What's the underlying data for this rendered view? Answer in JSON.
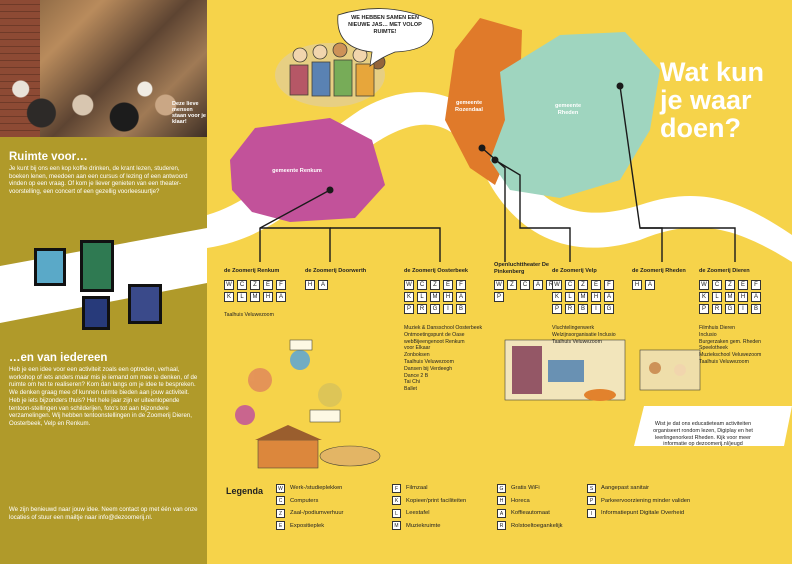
{
  "left": {
    "photo_caption": "Deze lieve mensen staan voor je klaar!",
    "ruimte_title": "Ruimte voor…",
    "ruimte_text": "Je kunt bij ons een kop koffie drinken, de krant lezen, studeren, boeken lenen, meedoen aan een cursus of lezing of een antwoord vinden op een vraag. Of kom je liever genieten van een theater-voorstelling, een concert of een gezellig voorleesuurtje?",
    "iedereen_title": "…en van iedereen",
    "iedereen_text": "Heb je een idee voor een activiteit zoals een optreden, verhaal, workshop of iets anders maar mis je iemand om mee te denken, of de ruimte om het te realiseren? Kom dan langs om je idee te bespreken. We denken graag mee of kunnen ruimte bieden aan jouw activiteit. Heb je iets bijzonders thuis? Het hele jaar zijn er uiteenlopende tentoon-stellingen van schilderijen, foto's tot aan bijzondere verzamelingen. Wij hebben tentoonstellingen in de Zoomerij Dieren, Oosterbeek, Velp en Renkum.",
    "contact_text": "We zijn benieuwd naar jouw idee. Neem contact op met één van onze locaties of stuur een mailtje naar info@dezoomerij.nl."
  },
  "headline": "Wat kun je waar doen?",
  "speech_bubble": "WE HEBBEN SAMEN EEN NIEUWE JAS… MET VOLOP RUIMTE!",
  "regions": {
    "renkum": "gemeente Renkum",
    "rozendaal": "gemeente Rozendaal",
    "rheden": "gemeente Rheden"
  },
  "colors": {
    "background": "#f6d34a",
    "sidebar": "#b09a2a",
    "renkum": "#c2529a",
    "rozendaal": "#e07a2a",
    "rheden": "#9fd5bf",
    "river": "#ffffff"
  },
  "locations": [
    {
      "name": "de Zoomerij Renkum",
      "icons": [
        "W",
        "C",
        "Z",
        "E",
        "F",
        "K",
        "L",
        "M",
        "H",
        "A"
      ],
      "extra": [
        "Taalhuis Veluwezoom"
      ]
    },
    {
      "name": "de Zoomerij Doorwerth",
      "icons": [
        "H",
        "A"
      ],
      "extra": []
    },
    {
      "name": "de Zoomerij Oosterbeek",
      "icons": [
        "W",
        "C",
        "Z",
        "E",
        "F",
        "K",
        "L",
        "M",
        "H",
        "A",
        "P",
        "R",
        "G",
        "I",
        "B"
      ],
      "extra": [
        "Muziek & Dansschool Oosterbeek",
        "Ontmoetingspunt de Oase",
        "webBijeengenoot Renkum",
        "voor Elkaar",
        "Zonboksen",
        "Taalhuis Veluwezoom",
        "Dansen bij Verdeegh",
        "Dance 2 B",
        "Tai Chi",
        "Ballet"
      ]
    },
    {
      "name": "Openluchttheater De Pinkenberg",
      "icons": [
        "W",
        "Z",
        "C",
        "A",
        "R",
        "P"
      ],
      "extra": []
    },
    {
      "name": "de Zoomerij Velp",
      "icons": [
        "W",
        "C",
        "Z",
        "E",
        "F",
        "K",
        "L",
        "M",
        "H",
        "A",
        "P",
        "R",
        "B",
        "I",
        "G"
      ],
      "extra": [
        "Vluchtelingenwerk",
        "Welzijnsorganisatie Inclusio",
        "Taalhuis Veluwezoom"
      ]
    },
    {
      "name": "de Zoomerij Rheden",
      "icons": [
        "H",
        "A"
      ],
      "extra": []
    },
    {
      "name": "de Zoomerij Dieren",
      "icons": [
        "W",
        "C",
        "Z",
        "E",
        "F",
        "K",
        "L",
        "M",
        "H",
        "A",
        "P",
        "R",
        "G",
        "I",
        "B"
      ],
      "extra": [
        "Filmhuis Dieren",
        "Inclusio",
        "Burgerzaken gem. Rheden",
        "Speelotheek",
        "Muziekschool Veluwezoom",
        "Taalhuis Veluwezoom"
      ]
    }
  ],
  "edu": {
    "text": "Wist je dat ons educatieteam activiteiten organiseert rondom lezen, Digiplay en het leerlingenorkest Rheden. Kijk voor meer informatie op dezoomerij.nl/jeugd"
  },
  "legend": {
    "title": "Legenda",
    "col1": [
      {
        "icon": "W",
        "label": "Werk-/studieplekken"
      },
      {
        "icon": "C",
        "label": "Computers"
      },
      {
        "icon": "Z",
        "label": "Zaal-/podiumverhuur"
      },
      {
        "icon": "E",
        "label": "Expositieplek"
      }
    ],
    "col2": [
      {
        "icon": "F",
        "label": "Filmzaal"
      },
      {
        "icon": "K",
        "label": "Kopieer/print faciliteiten"
      },
      {
        "icon": "L",
        "label": "Leestafel"
      },
      {
        "icon": "M",
        "label": "Muziekruimte"
      }
    ],
    "col3": [
      {
        "icon": "G",
        "label": "Gratis WiFi"
      },
      {
        "icon": "H",
        "label": "Horeca"
      },
      {
        "icon": "A",
        "label": "Koffieautomaat"
      },
      {
        "icon": "R",
        "label": "Rolstoeltoegankelijk"
      }
    ],
    "col4": [
      {
        "icon": "S",
        "label": "Aangepast sanitair"
      },
      {
        "icon": "P",
        "label": "Parkeervoorziening minder validen"
      },
      {
        "icon": "I",
        "label": "Informatiepunt Digitale Overheid"
      }
    ]
  }
}
